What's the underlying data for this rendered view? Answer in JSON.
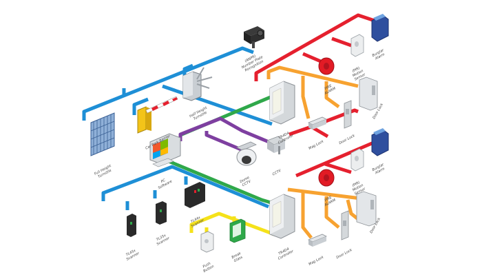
{
  "labels": {
    "full_height_turnstile": [
      "Full Height",
      "Turnstile"
    ],
    "car_park_barrier": [
      "Car Park Barrier"
    ],
    "half_height_turnstile": [
      "Half Height",
      "Turnstile"
    ],
    "anpr": [
      "(ANPR)",
      "Number Plate",
      "Recognition"
    ],
    "tr4_controller_top": [
      "TR4D4",
      "Controller"
    ],
    "fire_alarm_top": [
      "FIRE",
      "ALARM"
    ],
    "pir_top": [
      "(PIR)",
      "Motion",
      "Sensor"
    ],
    "burglar_alarm_top": [
      "Burglar",
      "Alarm"
    ],
    "mag_lock_top": [
      "Mag Lock"
    ],
    "door_lock_top_1": [
      "Door Lock"
    ],
    "door_lock_top_2": [
      "Door Lock"
    ],
    "pc_software": [
      "PC",
      "Software"
    ],
    "dome_cctv": [
      "Dome",
      "CCTV"
    ],
    "cctv": [
      "CCTV"
    ],
    "tr4_controller_bottom": [
      "TR4D4",
      "Controller"
    ],
    "fire_alarm_bottom": [
      "FIRE",
      "ALARM"
    ],
    "pir_bottom": [
      "(PIR)",
      "Motion",
      "Sensor"
    ],
    "burglar_alarm_bottom": [
      "Burglar",
      "Alarm"
    ],
    "mag_lock_bottom": [
      "Mag Lock"
    ],
    "door_lock_bottom_1": [
      "Door Lock"
    ],
    "door_lock_bottom_2": [
      "Door Lock"
    ],
    "tl45x_scanner": [
      "TL45x",
      "Scanner"
    ],
    "tl35x_scanner": [
      "TL35x",
      "Scanner"
    ],
    "tl44x_scanner": [
      "TL44x",
      "Scanner"
    ],
    "push_button": [
      "Push",
      "Button"
    ],
    "break_glass": [
      "Break",
      "Glass"
    ]
  },
  "colors": {
    "blue": "#1e8fd6",
    "blue_edge": "#1570ad",
    "red": "#e5202e",
    "red_edge": "#b3141f",
    "orange": "#f7a230",
    "orange_edge": "#cf7f14",
    "green": "#2fa84a",
    "green_edge": "#1f7f34",
    "purple": "#7e3fa0",
    "purple_edge": "#5c2b77",
    "yellow": "#f5e21a",
    "yellow_edge": "#c7b50f",
    "device_gray": "#d9dde0",
    "device_dark": "#2a2a2a"
  }
}
